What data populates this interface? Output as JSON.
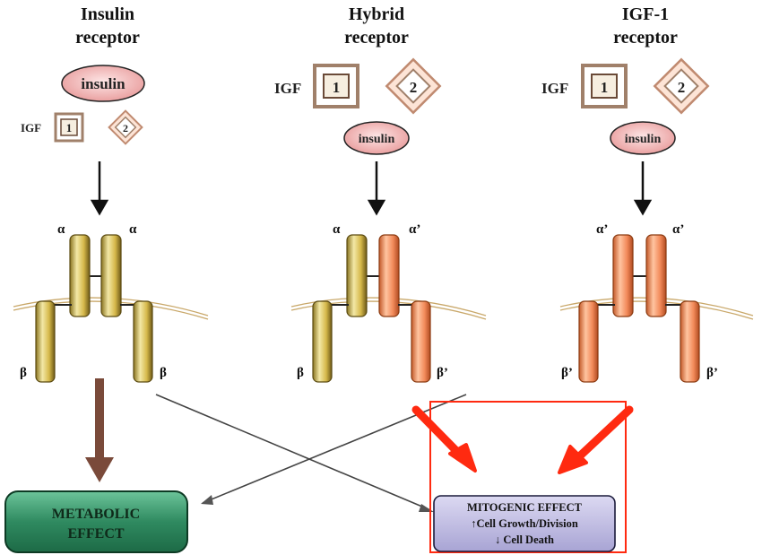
{
  "columns": [
    {
      "key": "insulin_receptor",
      "title_line1": "Insulin",
      "title_line2": "receptor"
    },
    {
      "key": "hybrid_receptor",
      "title_line1": "Hybrid",
      "title_line2": "receptor"
    },
    {
      "key": "igf1_receptor",
      "title_line1": "IGF-1",
      "title_line2": "receptor"
    }
  ],
  "ligands": {
    "insulin": "insulin",
    "igf": "IGF",
    "igf_1": "1",
    "igf_2": "2"
  },
  "subunits": {
    "alpha": "α",
    "alpha_prime": "α’",
    "beta": "β",
    "beta_prime": "β’"
  },
  "effects": {
    "metabolic_line1": "METABOLIC",
    "metabolic_line2": "EFFECT",
    "mitogenic_title": "MITOGENIC EFFECT",
    "mitogenic_line2": "↑Cell Growth/Division",
    "mitogenic_line3": "↓ Cell Death"
  },
  "colors": {
    "yellow_subunit": "#e6cf6a",
    "orange_subunit": "#f4956a",
    "insulin_fill": "#f2b8b8",
    "igf_frame": "#a0806a",
    "metabolic_fill": "#3f8f6a",
    "mitogenic_fill": "#c9c6e6",
    "highlight_red": "#ff2a10",
    "brown_arrow": "#7a4a3a"
  }
}
